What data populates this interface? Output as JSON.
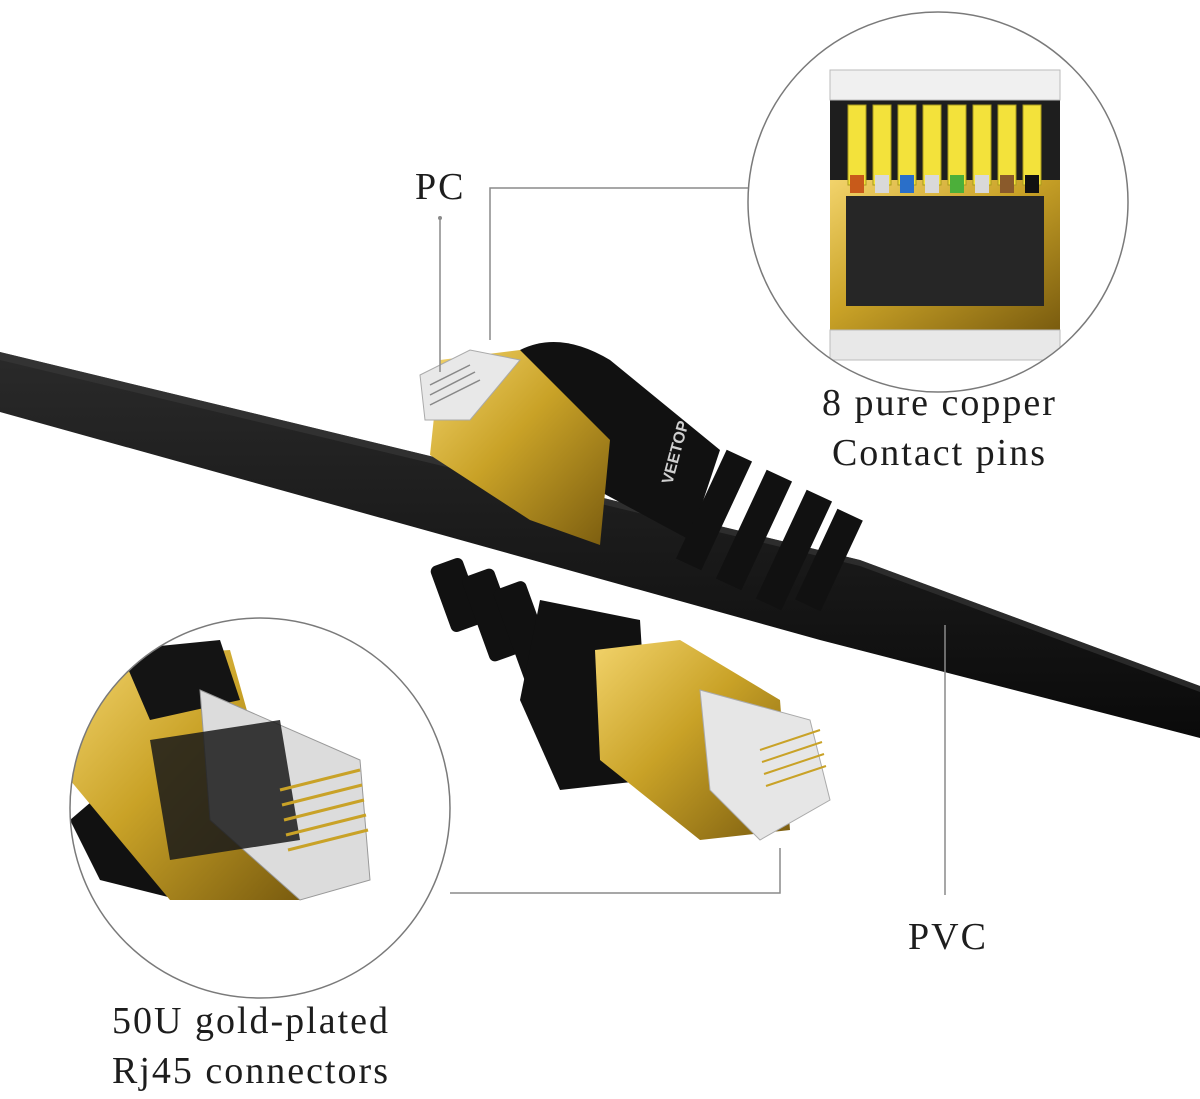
{
  "labels": {
    "pc": "PC",
    "copper_line1": "8 pure copper",
    "copper_line2": "Contact pins",
    "pvc": "PVC",
    "gold_line1": "50U gold-plated",
    "gold_line2": "Rj45 connectors"
  },
  "brand_text": "VEETOP",
  "colors": {
    "cable": "#141414",
    "gold": "#c9a227",
    "callout_line": "#8a8a8a",
    "text": "#1d1d1d"
  }
}
